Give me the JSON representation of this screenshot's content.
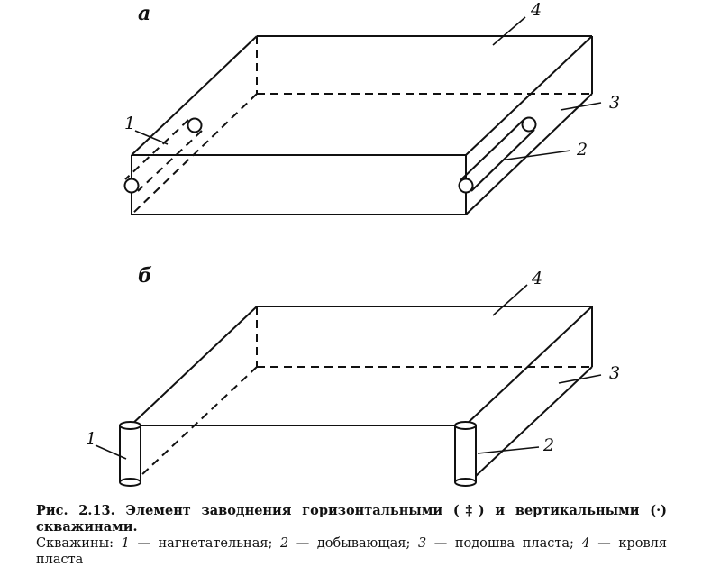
{
  "figure": {
    "panel_a": {
      "letter": "а",
      "labels": {
        "one": "1",
        "two": "2",
        "three": "3",
        "four": "4"
      }
    },
    "panel_b": {
      "letter": "б",
      "labels": {
        "one": "1",
        "two": "2",
        "three": "3",
        "four": "4"
      }
    }
  },
  "caption": {
    "title": "Рис. 2.13. Элемент заводнения горизонтальными (‡) и вертикальными (·) скважинами.",
    "legend_prefix": "Скважины: ",
    "items": [
      {
        "num": "1",
        "text": " — нагнетательная; "
      },
      {
        "num": "2",
        "text": " — добывающая; "
      },
      {
        "num": "3",
        "text": " — подошва пласта; "
      },
      {
        "num": "4",
        "text": " — кровля пласта"
      }
    ]
  }
}
